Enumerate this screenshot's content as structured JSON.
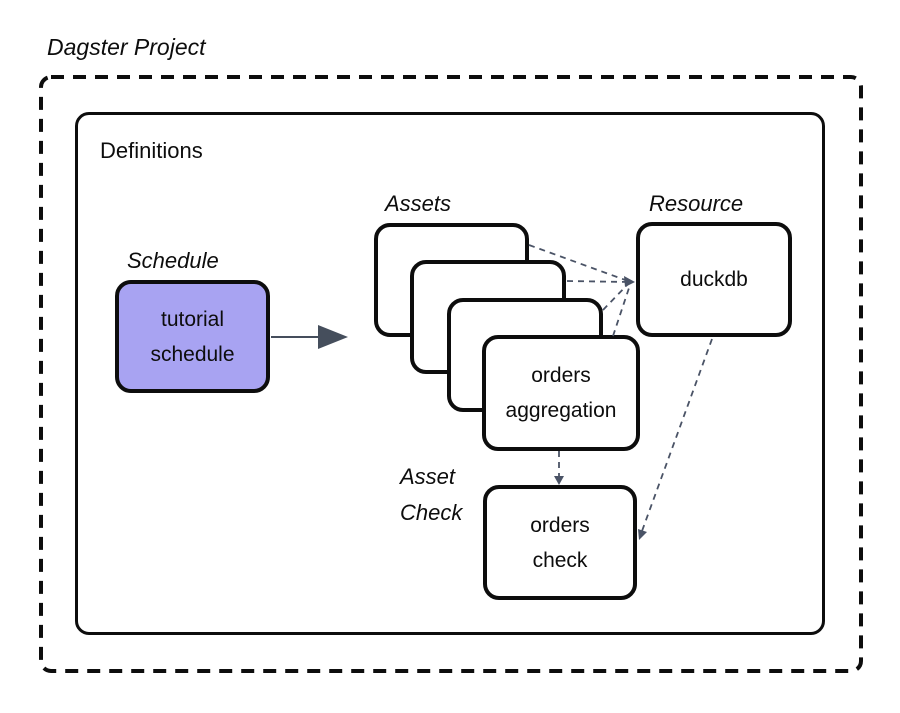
{
  "title": "Dagster Project",
  "definitions_label": "Definitions",
  "groups": {
    "schedule": {
      "label": "Schedule",
      "node_text": "tutorial\nschedule"
    },
    "assets": {
      "label": "Assets",
      "node_text": "orders\naggregation",
      "stack_count": 4
    },
    "resource": {
      "label": "Resource",
      "node_text": "duckdb"
    },
    "asset_check": {
      "label": "Asset\nCheck",
      "node_text": "orders\ncheck"
    }
  },
  "connections": [
    {
      "from": "asset-stack-box-1",
      "to": "duckdb",
      "style": "dashed"
    },
    {
      "from": "asset-stack-box-2",
      "to": "duckdb",
      "style": "dashed"
    },
    {
      "from": "asset-stack-box-3",
      "to": "duckdb",
      "style": "dashed"
    },
    {
      "from": "orders-aggregation",
      "to": "duckdb",
      "style": "dashed"
    },
    {
      "from": "orders-aggregation",
      "to": "orders-check",
      "style": "dashed"
    },
    {
      "from": "duckdb",
      "to": "orders-check",
      "style": "dashed"
    },
    {
      "from": "tutorial-schedule",
      "to": "asset-stack",
      "style": "solid-arrow"
    }
  ],
  "colors": {
    "schedule_fill": "#a8a3f2",
    "connector": "#4a5366",
    "border": "#0d0d0d",
    "background": "#ffffff"
  }
}
